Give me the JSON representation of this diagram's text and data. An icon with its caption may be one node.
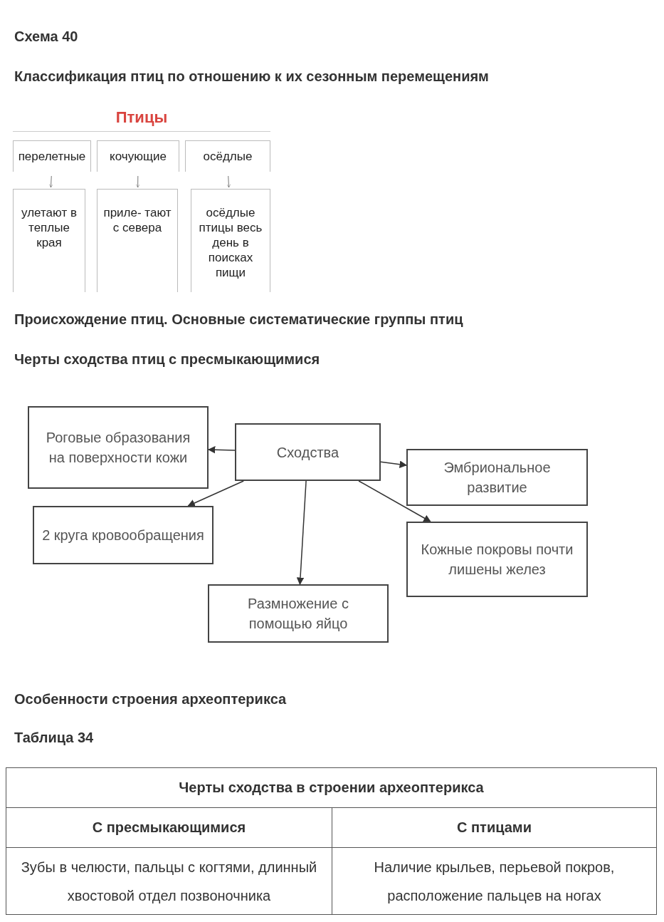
{
  "diagram": {
    "nodes": [
      {
        "text": [
          "Птицы"
        ]
      },
      {
        "text": [
          "перелетные"
        ]
      },
      {
        "text": [
          "кочующие"
        ]
      },
      {
        "text": [
          "осёдлые"
        ]
      },
      {
        "text": [
          "улетают в теплые края"
        ]
      },
      {
        "text": [
          "приле- тают с севера"
        ]
      },
      {
        "text": [
          "осёдлые птицы весь день в поисках пищи"
        ]
      },
      {
        "text": [
          "Роговые образования на поверхности кожи"
        ]
      },
      {
        "text": [
          "Сходства"
        ]
      },
      {
        "text": [
          "Эмбриональное развитие"
        ]
      },
      {
        "text": [
          "2 круга кровообращения"
        ]
      },
      {
        "text": [
          "Кожные покровы почти лишены желез"
        ]
      },
      {
        "text": [
          "Размножение с помощью яйцо"
        ]
      }
    ],
    "edges": [
      {
        "from": 1,
        "to": 4,
        "arrow": "to"
      },
      {
        "from": 2,
        "to": 5,
        "arrow": "to"
      },
      {
        "from": 3,
        "to": 6,
        "arrow": "to"
      },
      {
        "from": 8,
        "to": 7,
        "arrow": "to"
      },
      {
        "from": 8,
        "to": 9,
        "arrow": "to"
      },
      {
        "from": 8,
        "to": 10,
        "arrow": "to"
      },
      {
        "from": 8,
        "to": 12,
        "arrow": "to"
      },
      {
        "from": 8,
        "to": 11,
        "arrow": "to"
      }
    ],
    "labels": [
      "Схема 40",
      "Классификация птиц по отношению к их сезонным перемещениям",
      "Происхождение птиц. Основные систематические группы птиц",
      "Черты сходства птиц с пресмыкающимися",
      "Особенности строения археоптерикса",
      "Таблица 34",
      "Черты сходства в строении археоптерикса",
      "С пресмыкающимися",
      "С птицами",
      "Зубы в челюсти, пальцы с когтями, длинный хвостовой отдел позвоночника",
      "Наличие крыльев, перьевой покров, расположение пальцев на ногах"
    ]
  }
}
